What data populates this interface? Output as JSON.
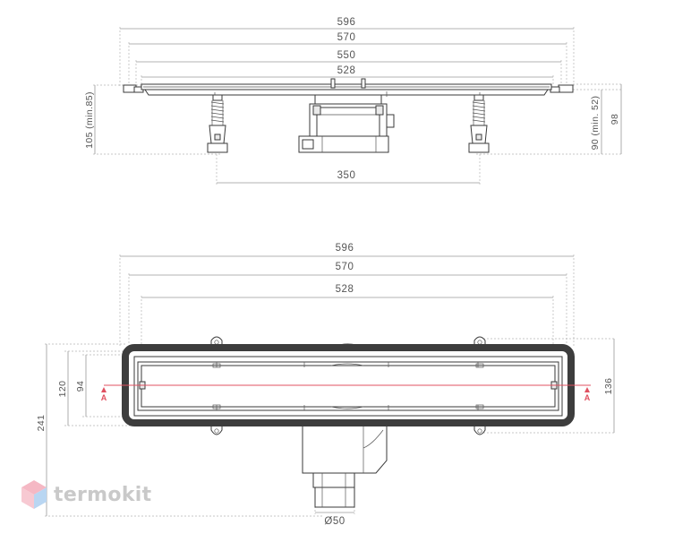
{
  "side_view": {
    "dims": {
      "overall": "596",
      "frame": "570",
      "grate": "550",
      "channel": "528",
      "feet": "350",
      "left_height": "105 (min.85)",
      "right_height": "90 (min. 52)",
      "right_total": "98"
    }
  },
  "top_view": {
    "dims": {
      "overall": "596",
      "frame": "570",
      "channel": "528",
      "outlet": "Ø50",
      "total_depth": "241",
      "frame_width": "120",
      "channel_width": "94",
      "right_width": "136"
    },
    "section_mark": "A"
  },
  "brand": {
    "name": "termokit",
    "text_color": "#c9c9c9",
    "icon_colors": [
      "#f5b8c4",
      "#b9d6f2"
    ]
  },
  "colors": {
    "frame": "#3d3d3d",
    "section_line": "#e05060",
    "dimension": "#9a9a9a"
  }
}
